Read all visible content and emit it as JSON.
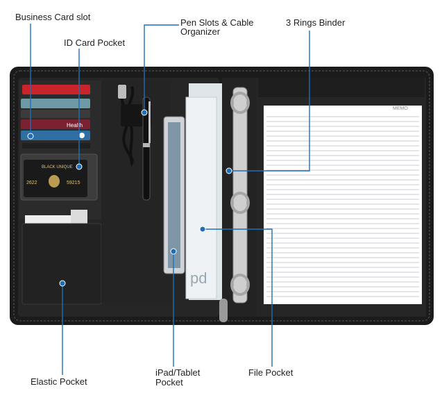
{
  "labels": {
    "business_card_slot": "Business Card slot",
    "id_card_pocket": "ID Card Pocket",
    "pen_slots_line1": "Pen Slots & Cable",
    "pen_slots_line2": "Organizer",
    "rings_binder": "3 Rings Binder",
    "elastic_pocket": "Elastic Pocket",
    "ipad_line1": "iPad/Tablet",
    "ipad_line2": "Pocket",
    "file_pocket": "File Pocket"
  },
  "product_text": {
    "card_health": "Health",
    "id_card_brand": "BLACK UNIQUE",
    "id_card_number_left": "2622",
    "id_card_number_right": "59215",
    "notepad_header": "MEMO",
    "file_text": "pd"
  },
  "colors": {
    "callout_line": "#1f6fb6",
    "dot": "#1f6fb6",
    "folio_black": "#1b1b1b",
    "label_text": "#222222"
  }
}
